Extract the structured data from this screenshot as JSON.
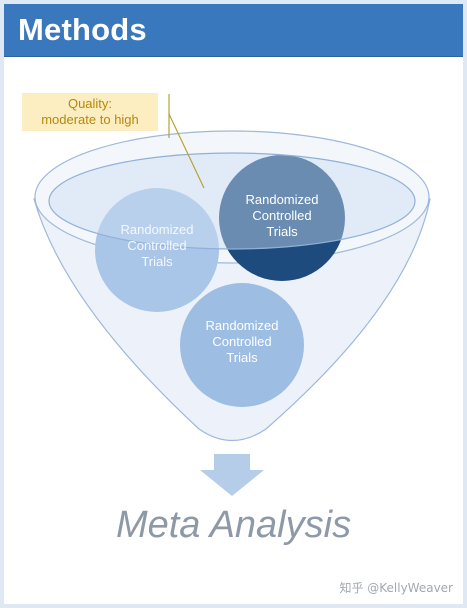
{
  "header": {
    "title": "Methods"
  },
  "quality_note": {
    "line1": "Quality:",
    "line2": "moderate to high"
  },
  "circles": [
    {
      "label": "Randomized\nControlled\nTrials"
    },
    {
      "label": "Randomized\nControlled\nTrials"
    },
    {
      "label": "Randomized\nControlled\nTrials"
    }
  ],
  "result": {
    "title": "Meta Analysis"
  },
  "watermark": {
    "text": "知乎 @KellyWeaver"
  },
  "colors": {
    "header_bg": "#3a78bd",
    "funnel_fill": "#edf2fa",
    "funnel_stroke": "#9fb8d9",
    "dark_circle": "#1d4b7d",
    "light_circle": "#9dbde2",
    "arrow": "#b6cde9",
    "quality_bg": "#fdeec2",
    "quality_text": "#b8860b"
  }
}
